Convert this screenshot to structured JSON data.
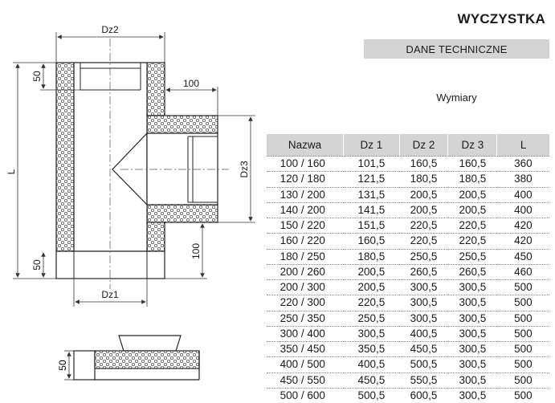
{
  "title": "WYCZYSTKA",
  "section_header": "DANE TECHNICZNE",
  "subtitle": "Wymiary",
  "table": {
    "headers": [
      "Nazwa",
      "Dz 1",
      "Dz 2",
      "Dz 3",
      "L"
    ],
    "rows": [
      [
        "100 / 160",
        "101,5",
        "160,5",
        "160,5",
        "360"
      ],
      [
        "120 / 180",
        "121,5",
        "180,5",
        "180,5",
        "380"
      ],
      [
        "130 / 200",
        "131,5",
        "200,5",
        "200,5",
        "400"
      ],
      [
        "140 / 200",
        "141,5",
        "200,5",
        "200,5",
        "400"
      ],
      [
        "150 / 220",
        "151,5",
        "220,5",
        "220,5",
        "420"
      ],
      [
        "160 / 220",
        "160,5",
        "220,5",
        "220,5",
        "420"
      ],
      [
        "180 / 250",
        "180,5",
        "250,5",
        "250,5",
        "450"
      ],
      [
        "200 / 260",
        "200,5",
        "260,5",
        "260,5",
        "460"
      ],
      [
        "200 / 300",
        "200,5",
        "300,5",
        "300,5",
        "500"
      ],
      [
        "220 / 300",
        "220,5",
        "300,5",
        "300,5",
        "500"
      ],
      [
        "250 / 350",
        "250,5",
        "300,5",
        "300,5",
        "500"
      ],
      [
        "300 / 400",
        "300,5",
        "400,5",
        "300,5",
        "500"
      ],
      [
        "350 / 450",
        "350,5",
        "450,5",
        "300,5",
        "500"
      ],
      [
        "400 / 500",
        "400,5",
        "500,5",
        "300,5",
        "500"
      ],
      [
        "450 / 550",
        "450,5",
        "550,5",
        "300,5",
        "500"
      ],
      [
        "500 / 600",
        "500,5",
        "600,5",
        "300,5",
        "500"
      ]
    ]
  },
  "drawing_labels": {
    "dz2": "Dz2",
    "dz1": "Dz1",
    "dz3": "Dz3",
    "l": "L",
    "top_50": "50",
    "bottom_50": "50",
    "branch_100_top": "100",
    "branch_100_side": "100",
    "cap_50": "50"
  }
}
